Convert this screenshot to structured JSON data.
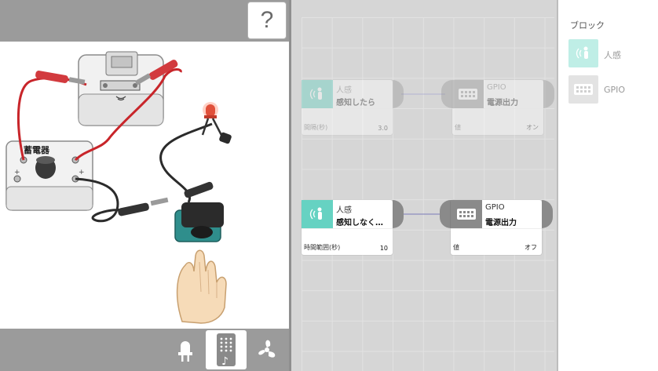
{
  "toolbar": {
    "help_label": "?"
  },
  "stage": {
    "battery_label": "蓄電器"
  },
  "tools": [
    {
      "name": "led-tool",
      "icon": "led-icon"
    },
    {
      "name": "buzzer-tool",
      "icon": "speaker-note-icon"
    },
    {
      "name": "fan-tool",
      "icon": "fan-icon"
    }
  ],
  "workspace": {
    "blocks": [
      {
        "name": "人感",
        "title": "感知したら",
        "param_label": "間隔(秒)",
        "param_value": "3.0"
      },
      {
        "name": "GPIO",
        "title": "電源出力",
        "param_label": "値",
        "param_value": "オン"
      },
      {
        "name": "人感",
        "title": "感知しなく…",
        "param_label": "時間範囲(秒)",
        "param_value": "10"
      },
      {
        "name": "GPIO",
        "title": "電源出力",
        "param_label": "値",
        "param_value": "オフ"
      }
    ]
  },
  "palette": {
    "title": "ブロック",
    "items": [
      {
        "label": "人感",
        "icon": "motion-sensor-icon",
        "color": "#bfeee6"
      },
      {
        "label": "GPIO",
        "icon": "gpio-icon",
        "color": "#e3e3e3"
      }
    ]
  },
  "colors": {
    "sensor": "#66d2c2",
    "gpio": "#9a9a9a",
    "wire_red": "#c8252a",
    "wire_black": "#2b2b2b"
  }
}
